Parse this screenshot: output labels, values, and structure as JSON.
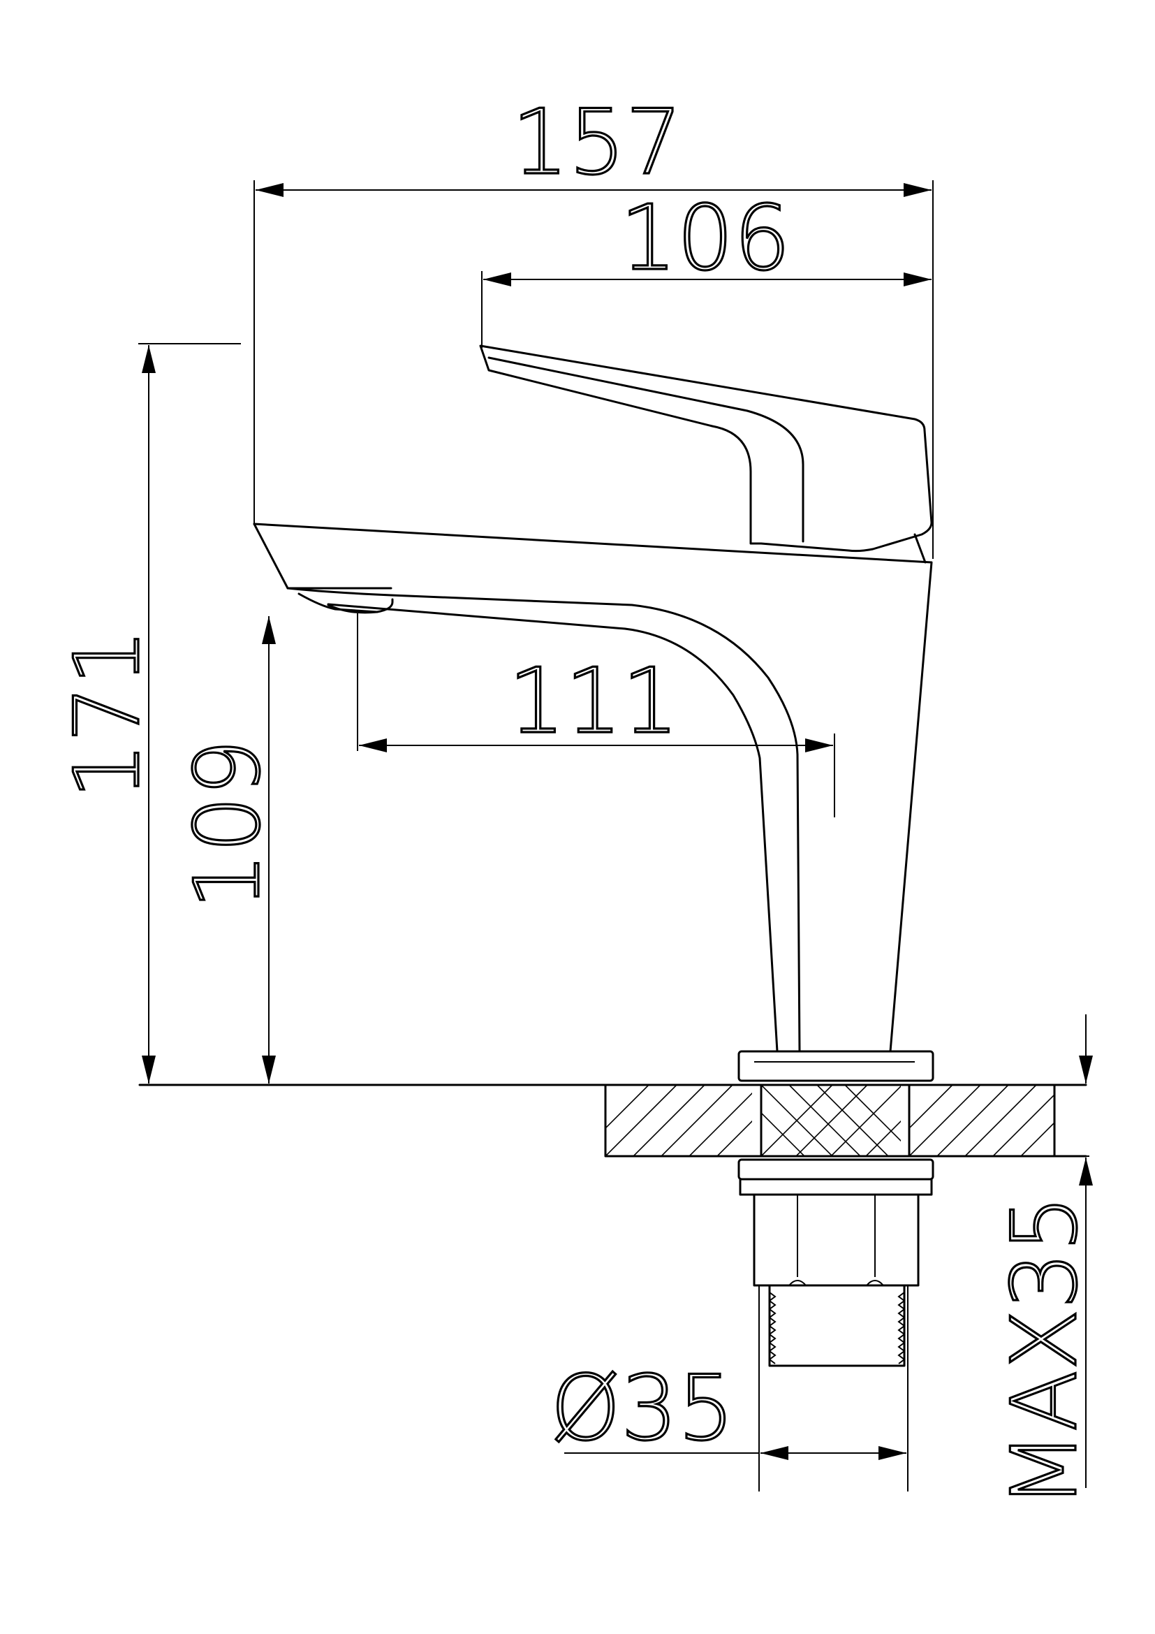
{
  "drawing": {
    "subject": "single lever basin faucet, side view",
    "dimensions": {
      "overall_width": "157",
      "lever_length": "106",
      "overall_height": "171",
      "spout_height": "109",
      "spout_reach": "111",
      "hole_diameter": "Ø35",
      "max_deck_thickness": "MAX35"
    }
  }
}
